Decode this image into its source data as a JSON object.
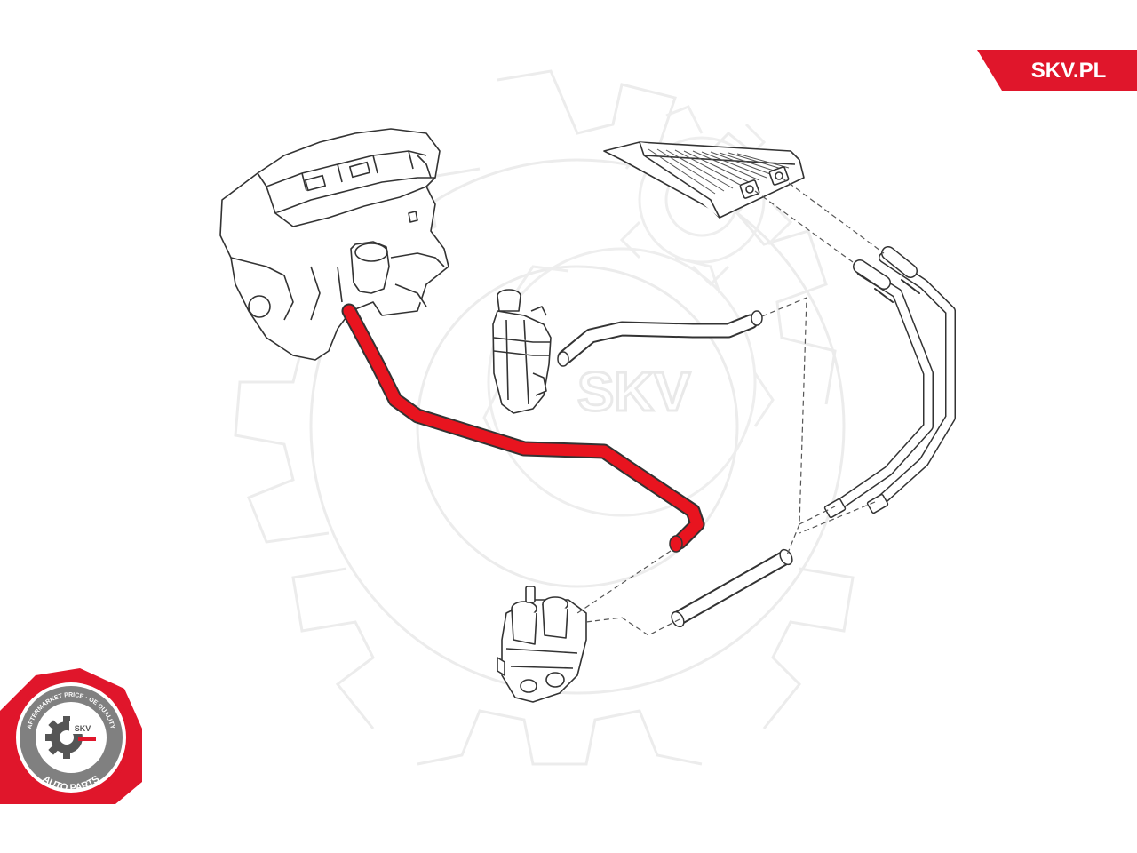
{
  "brand": {
    "banner_text": "SKV.PL",
    "banner_color": "#e0162b"
  },
  "watermark": {
    "text": "SKV"
  },
  "badge": {
    "top_arc_text": "AFTERMARKET PRICE · OE QUALITY",
    "bottom_arc_text": "AUTO PARTS",
    "center_text": "SKV",
    "ring_color": "#e0162b"
  },
  "colors": {
    "highlight_hose": "#e8141f",
    "line_art": "#333333",
    "watermark": "#eeeeee"
  },
  "parts": [
    {
      "id": "engine",
      "icon": "engine-block-icon"
    },
    {
      "id": "heater-core",
      "icon": "heater-core-icon"
    },
    {
      "id": "expansion-tank",
      "icon": "expansion-tank-icon"
    },
    {
      "id": "highlighted-hose",
      "icon": "red-hose-icon"
    },
    {
      "id": "upper-hose",
      "icon": "hose-icon"
    },
    {
      "id": "heater-pipes",
      "icon": "pipe-icon"
    },
    {
      "id": "straight-hose",
      "icon": "hose-icon"
    },
    {
      "id": "water-valve",
      "icon": "valve-icon"
    }
  ]
}
